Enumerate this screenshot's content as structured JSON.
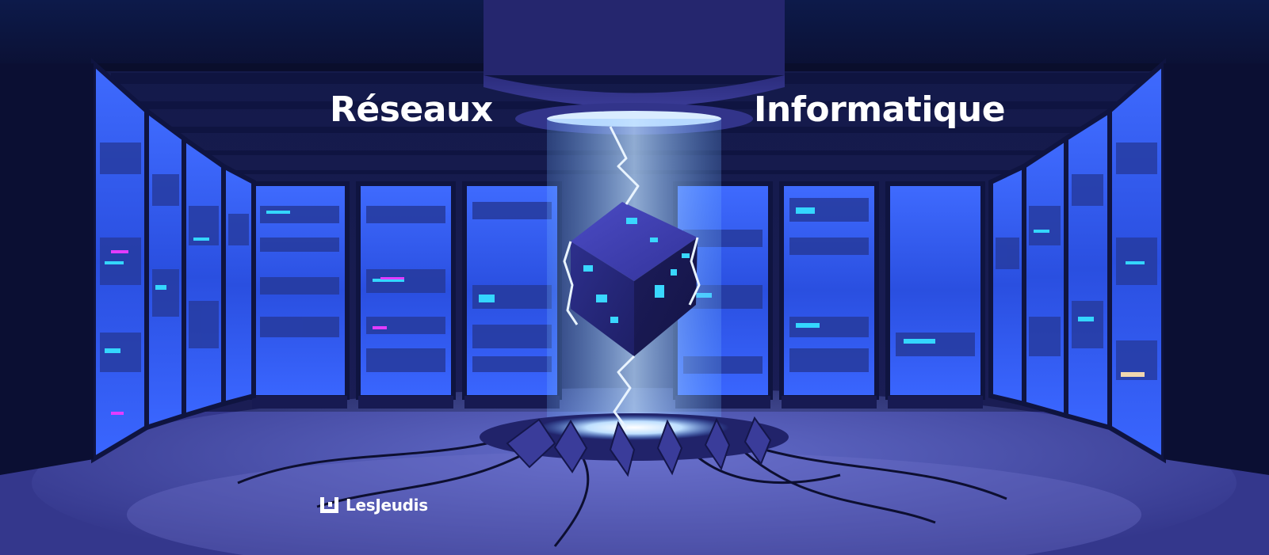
{
  "banner": {
    "title_left": "Réseaux",
    "title_right": "Informatique",
    "brand": {
      "name": "LesJeudis",
      "logo_icon": "lesjeudis-logo-icon"
    }
  },
  "illustration": {
    "subject": "server-room-with-glowing-cube",
    "icons": [
      "server-rack-icon",
      "glowing-cube-icon",
      "lightning-bolt-icon",
      "light-beam-icon",
      "cable-icon"
    ]
  },
  "colors": {
    "background": "#0d1238",
    "rack_glow": "#2f63ff",
    "beam": "#8fc3ff",
    "cube": "#2a2d8a",
    "accent_cyan": "#34d6ff",
    "accent_magenta": "#e23cff",
    "text": "#ffffff"
  }
}
